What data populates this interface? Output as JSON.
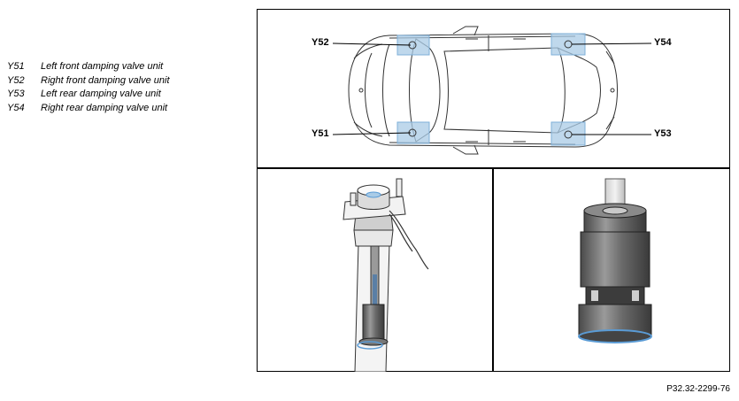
{
  "legend": {
    "items": [
      {
        "code": "Y51",
        "text": "Left front damping valve unit"
      },
      {
        "code": "Y52",
        "text": "Right front damping valve unit"
      },
      {
        "code": "Y53",
        "text": "Left rear damping valve unit"
      },
      {
        "code": "Y54",
        "text": "Right rear damping valve unit"
      }
    ]
  },
  "callouts": {
    "y52": "Y52",
    "y54": "Y54",
    "y51": "Y51",
    "y53": "Y53"
  },
  "figure_ref": "P32.32-2299-76",
  "colors": {
    "highlight": "#a9cbe6",
    "highlight_stroke": "#7fb0d9",
    "outline": "#333333",
    "grey": "#6e6e6e"
  }
}
